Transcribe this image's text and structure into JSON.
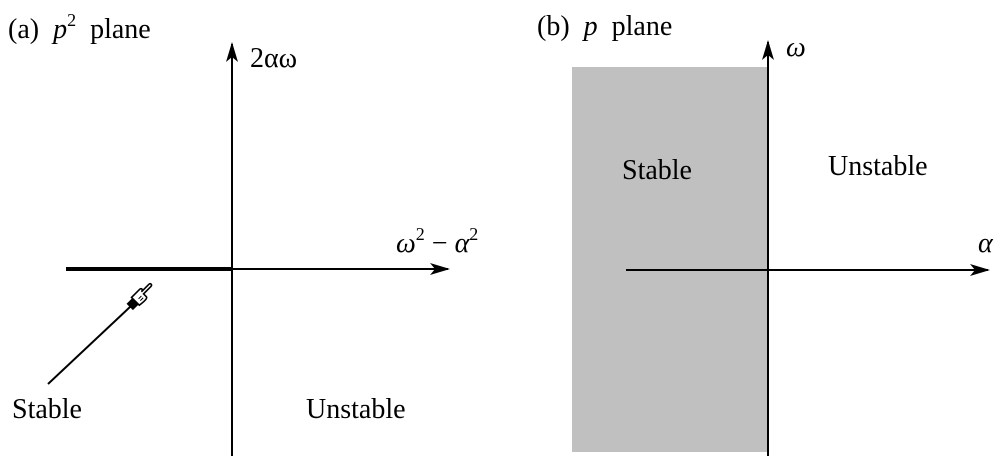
{
  "panel_a": {
    "tag": "(a)",
    "plane_var": "p",
    "plane_exp": "2",
    "plane_word": "plane",
    "y_axis_label": "2αω",
    "x_axis_label_base1": "ω",
    "x_axis_label_exp1": "2",
    "x_axis_label_minus": " − ",
    "x_axis_label_base2": "α",
    "x_axis_label_exp2": "2",
    "stable_label": "Stable",
    "unstable_label": "Unstable"
  },
  "panel_b": {
    "tag": "(b)",
    "plane_var": "p",
    "plane_word": "plane",
    "y_axis_label": "ω",
    "x_axis_label": "α",
    "stable_label": "Stable",
    "unstable_label": "Unstable",
    "stable_region_color": "#c0c0c0"
  },
  "colors": {
    "ink": "#000000",
    "stable_fill": "#c0c0c0"
  }
}
